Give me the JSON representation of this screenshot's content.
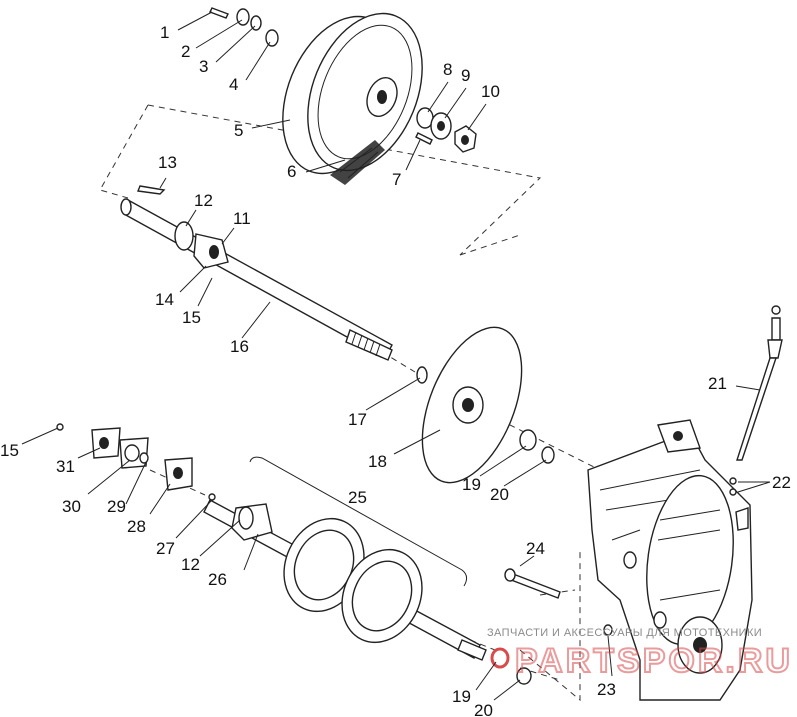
{
  "diagram": {
    "callouts": [
      {
        "id": "c1",
        "text": "1"
      },
      {
        "id": "c2",
        "text": "2"
      },
      {
        "id": "c3",
        "text": "3"
      },
      {
        "id": "c4",
        "text": "4"
      },
      {
        "id": "c5",
        "text": "5"
      },
      {
        "id": "c6",
        "text": "6"
      },
      {
        "id": "c7",
        "text": "7"
      },
      {
        "id": "c8",
        "text": "8"
      },
      {
        "id": "c9",
        "text": "9"
      },
      {
        "id": "c10",
        "text": "10"
      },
      {
        "id": "c11",
        "text": "11"
      },
      {
        "id": "c12a",
        "text": "12"
      },
      {
        "id": "c13",
        "text": "13"
      },
      {
        "id": "c14",
        "text": "14"
      },
      {
        "id": "c15a",
        "text": "15"
      },
      {
        "id": "c16",
        "text": "16"
      },
      {
        "id": "c17",
        "text": "17"
      },
      {
        "id": "c18",
        "text": "18"
      },
      {
        "id": "c19a",
        "text": "19"
      },
      {
        "id": "c20a",
        "text": "20"
      },
      {
        "id": "c21",
        "text": "21"
      },
      {
        "id": "c22",
        "text": "22"
      },
      {
        "id": "c15b",
        "text": "15"
      },
      {
        "id": "c31",
        "text": "31"
      },
      {
        "id": "c30",
        "text": "30"
      },
      {
        "id": "c29",
        "text": "29"
      },
      {
        "id": "c28",
        "text": "28"
      },
      {
        "id": "c25",
        "text": "25"
      },
      {
        "id": "c27",
        "text": "27"
      },
      {
        "id": "c12b",
        "text": "12"
      },
      {
        "id": "c26",
        "text": "26"
      },
      {
        "id": "c24",
        "text": "24"
      },
      {
        "id": "c23",
        "text": "23"
      },
      {
        "id": "c19b",
        "text": "19"
      },
      {
        "id": "c20b",
        "text": "20"
      }
    ]
  },
  "watermark": {
    "caption": "ЗАПЧАСТИ И АКСЕССУАРЫ ДЛЯ МОТОТЕХНИКИ",
    "brand": "PARTSPOR.RU"
  },
  "colors": {
    "ink": "#222222",
    "highlight_washer": "#d94a4a",
    "watermark_text": "#8a8a8a"
  }
}
